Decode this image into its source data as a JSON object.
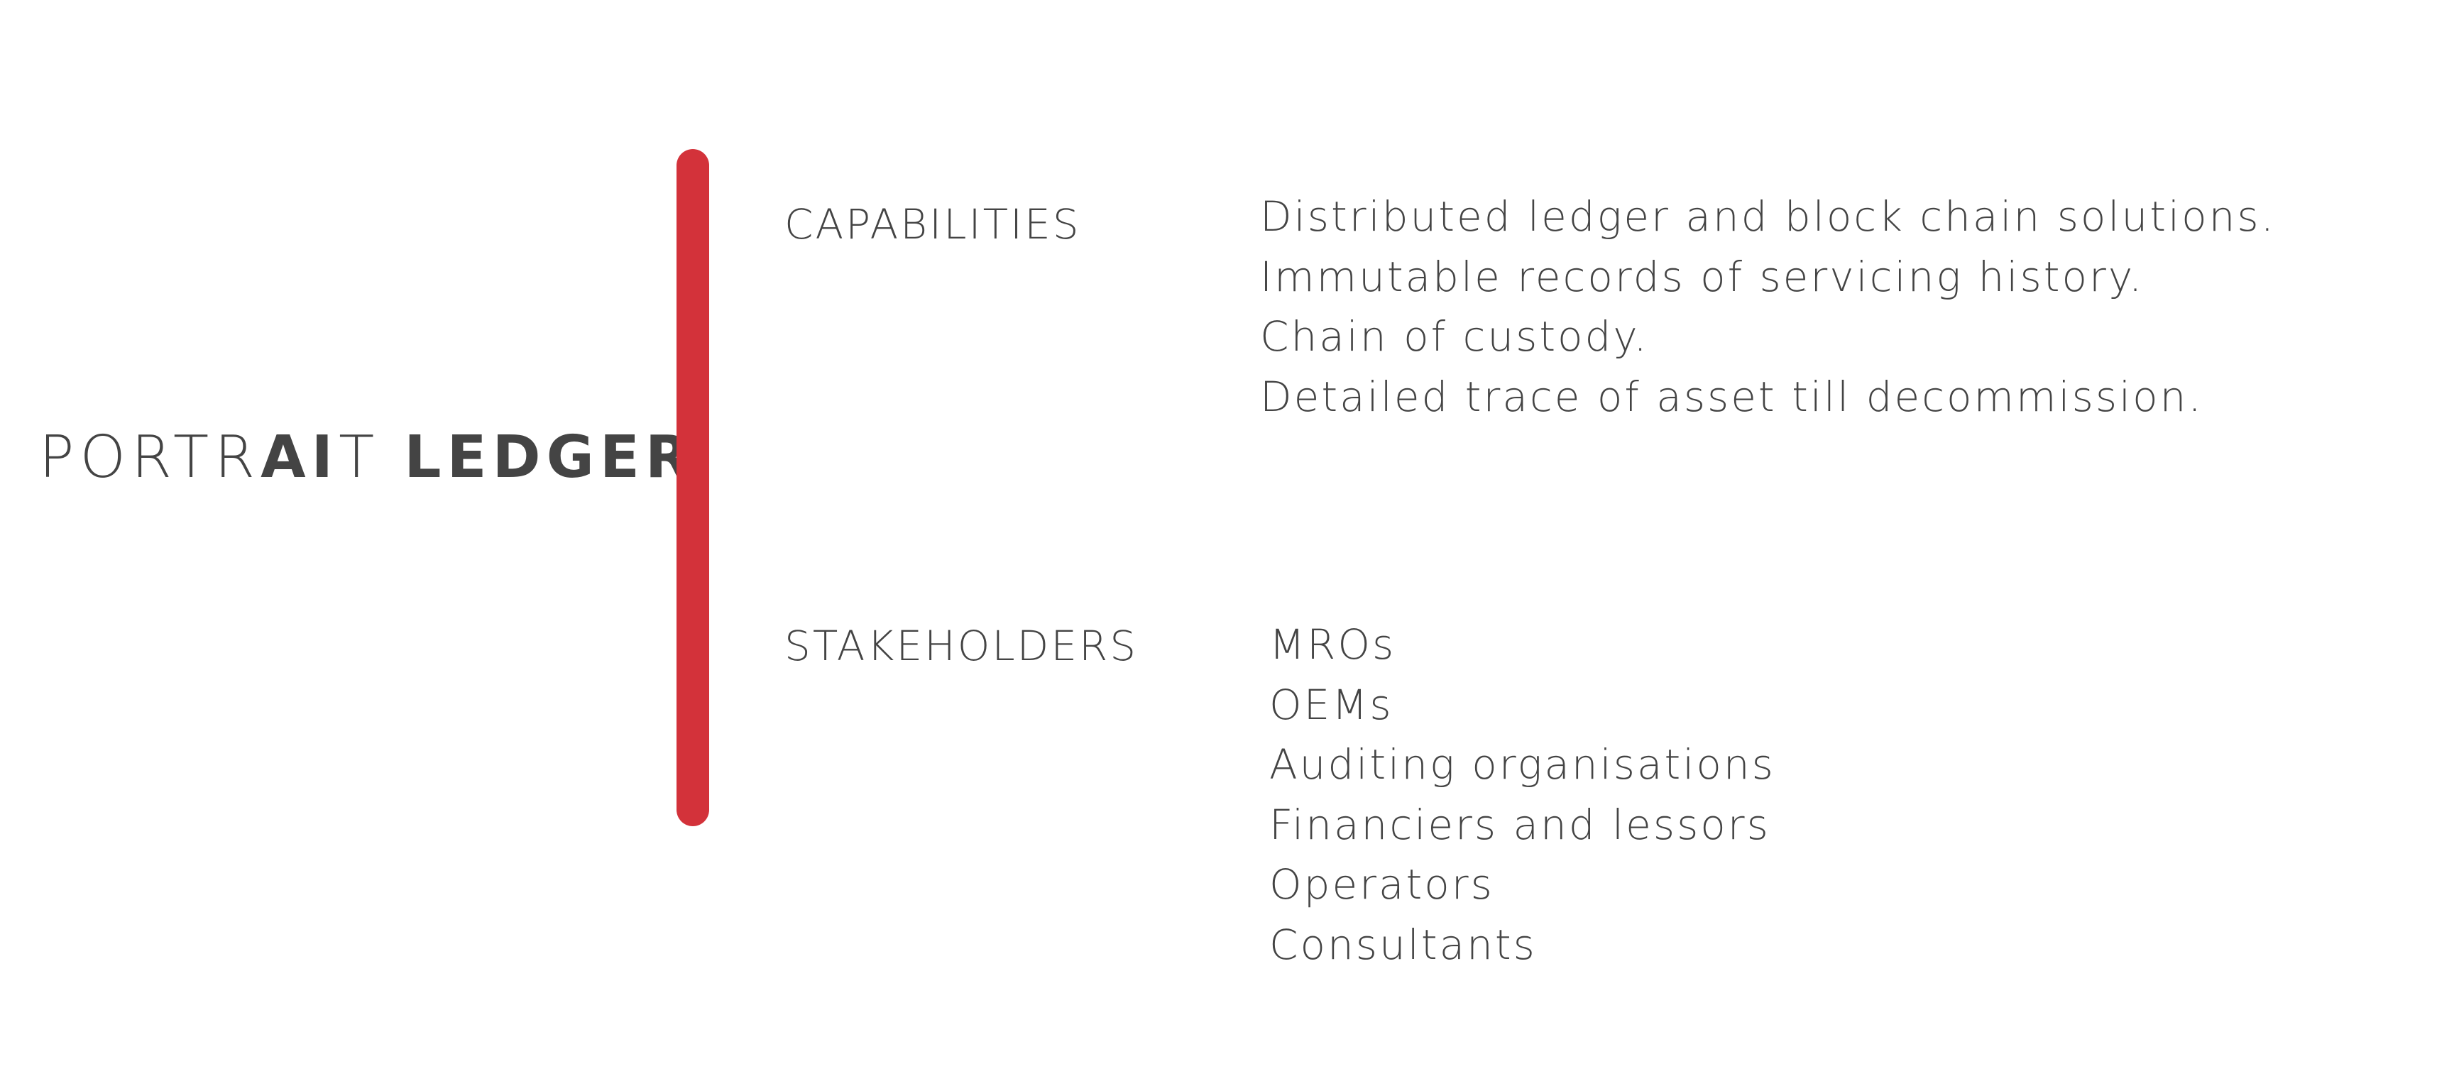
{
  "logo": {
    "text_light": "PORTR",
    "text_bold_ai": "AI",
    "text_light_t": "T",
    "text_bold_ledger": "LEDGER"
  },
  "colors": {
    "accent_bar": "#d3323a",
    "text": "#444444",
    "background": "#ffffff"
  },
  "capabilities": {
    "label": "CAPABILITIES",
    "items": [
      "Distributed ledger and block chain solutions.",
      "Immutable records of servicing history.",
      "Chain of custody.",
      "Detailed trace of asset till decommission."
    ]
  },
  "stakeholders": {
    "label": "STAKEHOLDERS",
    "items": [
      "MROs",
      "OEMs",
      "Auditing organisations",
      "Financiers and lessors",
      "Operators",
      "Consultants"
    ]
  }
}
